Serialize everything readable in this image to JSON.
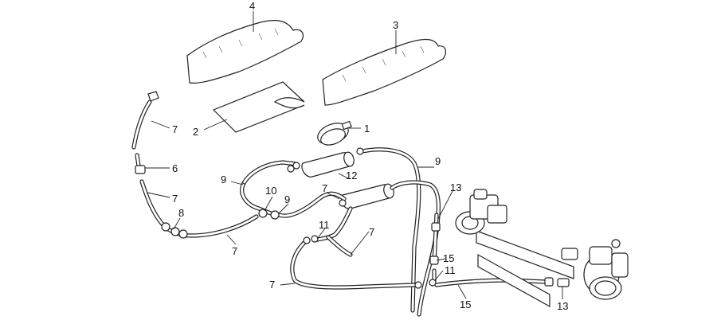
{
  "callouts": {
    "c1": "1",
    "c2": "2",
    "c3": "3",
    "c4": "4",
    "c6": "6",
    "c7a": "7",
    "c7b": "7",
    "c7c": "7",
    "c7d": "7",
    "c7e": "7",
    "c8": "8",
    "c9a": "9",
    "c9b": "9",
    "c9c": "9",
    "c10": "10",
    "c11a": "11",
    "c11b": "11",
    "c12": "12",
    "c13a": "13",
    "c13b": "13",
    "c15a": "15",
    "c15b": "15"
  },
  "icons": [
    "clamp-icon",
    "fuel-filter-icon",
    "throttle-body-icon",
    "hose-connector-icon"
  ]
}
